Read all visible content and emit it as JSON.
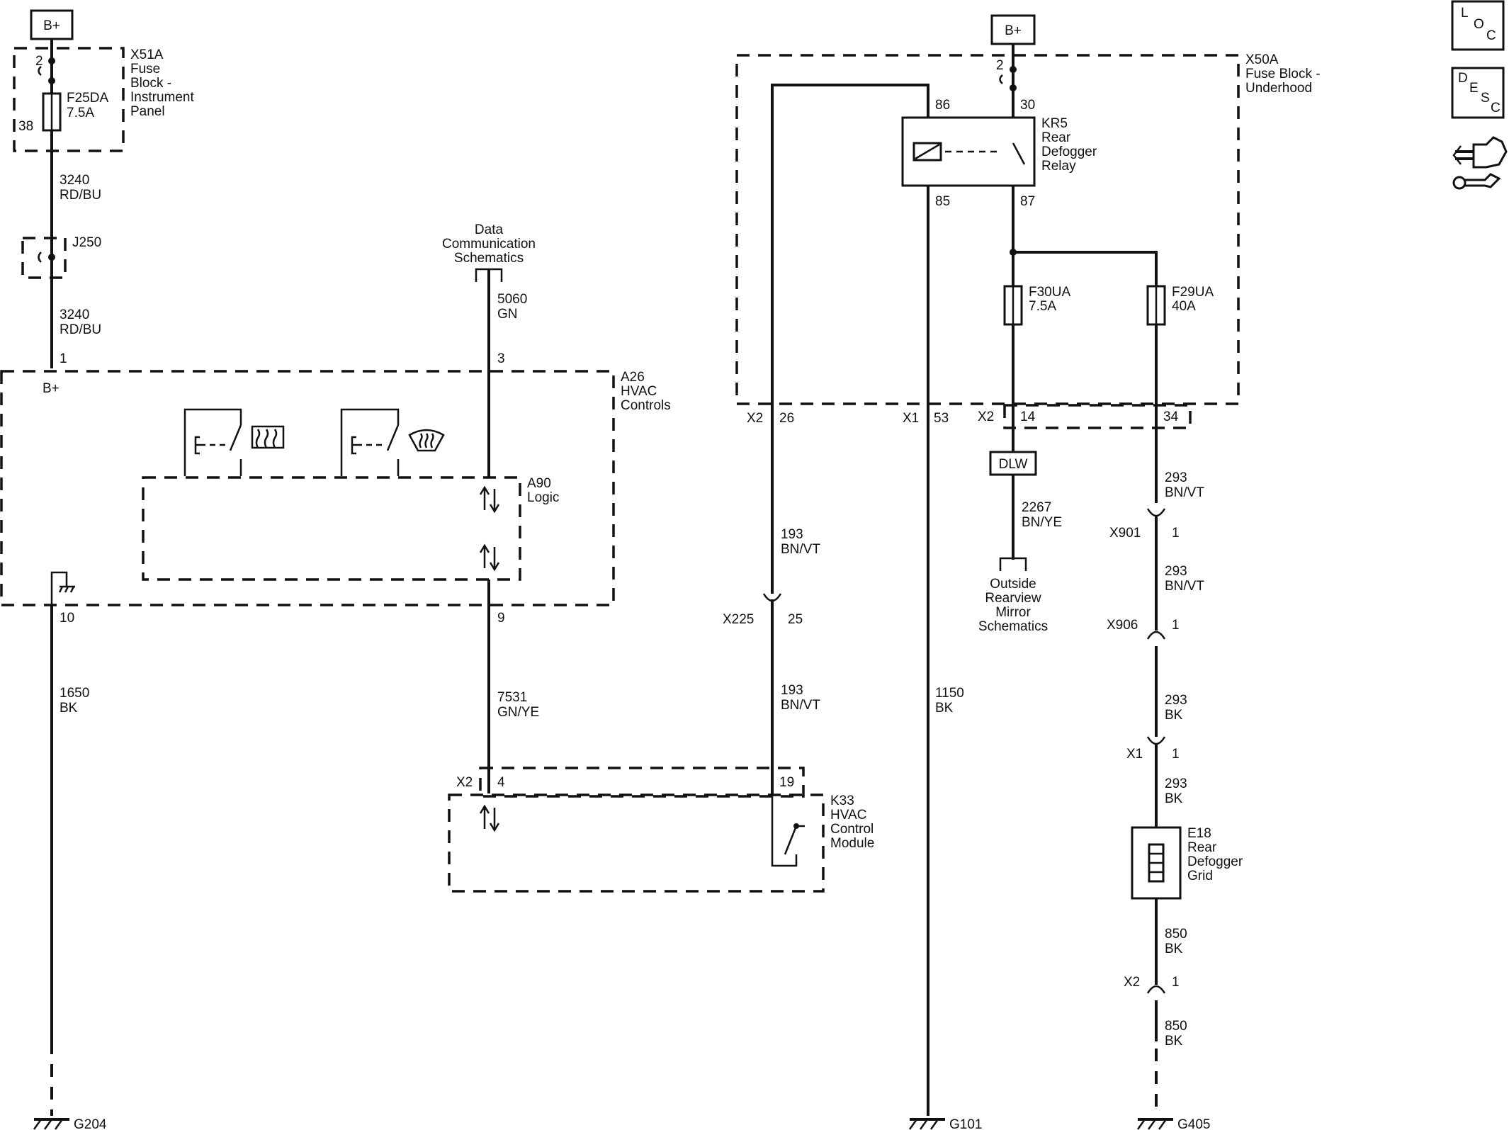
{
  "power_left": "B+",
  "power_right": "B+",
  "x51a": {
    "id": "X51A",
    "line1": "Fuse",
    "line2": "Block -",
    "line3": "Instrument",
    "line4": "Panel",
    "pin_top": "2",
    "pin_bottom": "38"
  },
  "f25da": {
    "id": "F25DA",
    "rating": "7.5A"
  },
  "wire_3240_a": {
    "circuit": "3240",
    "color": "RD/BU"
  },
  "j250": "J250",
  "wire_3240_b": {
    "circuit": "3240",
    "color": "RD/BU"
  },
  "a26": {
    "id": "A26",
    "line1": "HVAC",
    "line2": "Controls",
    "pin_bplus": "1",
    "bplus": "B+",
    "pin_data": "3",
    "pin_ground": "10",
    "pin_logic": "9"
  },
  "a90": {
    "id": "A90",
    "line1": "Logic"
  },
  "data_comm": {
    "line1": "Data",
    "line2": "Communication",
    "line3": "Schematics"
  },
  "wire_5060": {
    "circuit": "5060",
    "color": "GN"
  },
  "wire_1650": {
    "circuit": "1650",
    "color": "BK"
  },
  "wire_7531": {
    "circuit": "7531",
    "color": "GN/YE"
  },
  "k33": {
    "id": "K33",
    "line1": "HVAC",
    "line2": "Control",
    "line3": "Module",
    "connector": "X2",
    "pin_a": "4",
    "pin_b": "19"
  },
  "x50a": {
    "id": "X50A",
    "line1": "Fuse Block -",
    "line2": "Underhood",
    "pin_top": "2"
  },
  "kr5": {
    "id": "KR5",
    "line1": "Rear",
    "line2": "Defogger",
    "line3": "Relay",
    "pin_86": "86",
    "pin_30": "30",
    "pin_85": "85",
    "pin_87": "87"
  },
  "f30ua": {
    "id": "F30UA",
    "rating": "7.5A"
  },
  "f29ua": {
    "id": "F29UA",
    "rating": "40A"
  },
  "x50a_pins": {
    "x2_a": "X2",
    "p26": "26",
    "x1": "X1",
    "p53": "53",
    "x2_b": "X2",
    "p14": "14",
    "p34": "34"
  },
  "wire_193_a": {
    "circuit": "193",
    "color": "BN/VT"
  },
  "x225": {
    "id": "X225",
    "pin": "25"
  },
  "wire_193_b": {
    "circuit": "193",
    "color": "BN/VT"
  },
  "wire_1150": {
    "circuit": "1150",
    "color": "BK"
  },
  "dlw": "DLW",
  "wire_2267": {
    "circuit": "2267",
    "color": "BN/YE"
  },
  "outside_mirror": {
    "line1": "Outside",
    "line2": "Rearview",
    "line3": "Mirror",
    "line4": "Schematics"
  },
  "wire_293_a": {
    "circuit": "293",
    "color": "BN/VT"
  },
  "x901": {
    "id": "X901",
    "pin": "1"
  },
  "wire_293_b": {
    "circuit": "293",
    "color": "BN/VT"
  },
  "x906": {
    "id": "X906",
    "pin": "1"
  },
  "wire_293_c": {
    "circuit": "293",
    "color": "BK"
  },
  "x1_conn": {
    "id": "X1",
    "pin": "1"
  },
  "wire_293_d": {
    "circuit": "293",
    "color": "BK"
  },
  "e18": {
    "id": "E18",
    "line1": "Rear",
    "line2": "Defogger",
    "line3": "Grid"
  },
  "wire_850_a": {
    "circuit": "850",
    "color": "BK"
  },
  "x2_conn": {
    "id": "X2",
    "pin": "1"
  },
  "wire_850_b": {
    "circuit": "850",
    "color": "BK"
  },
  "grounds": {
    "g204": "G204",
    "g101": "G101",
    "g405": "G405"
  },
  "nav": {
    "loc": [
      "L",
      "O",
      "C"
    ],
    "desc": [
      "D",
      "E",
      "S",
      "C"
    ]
  }
}
